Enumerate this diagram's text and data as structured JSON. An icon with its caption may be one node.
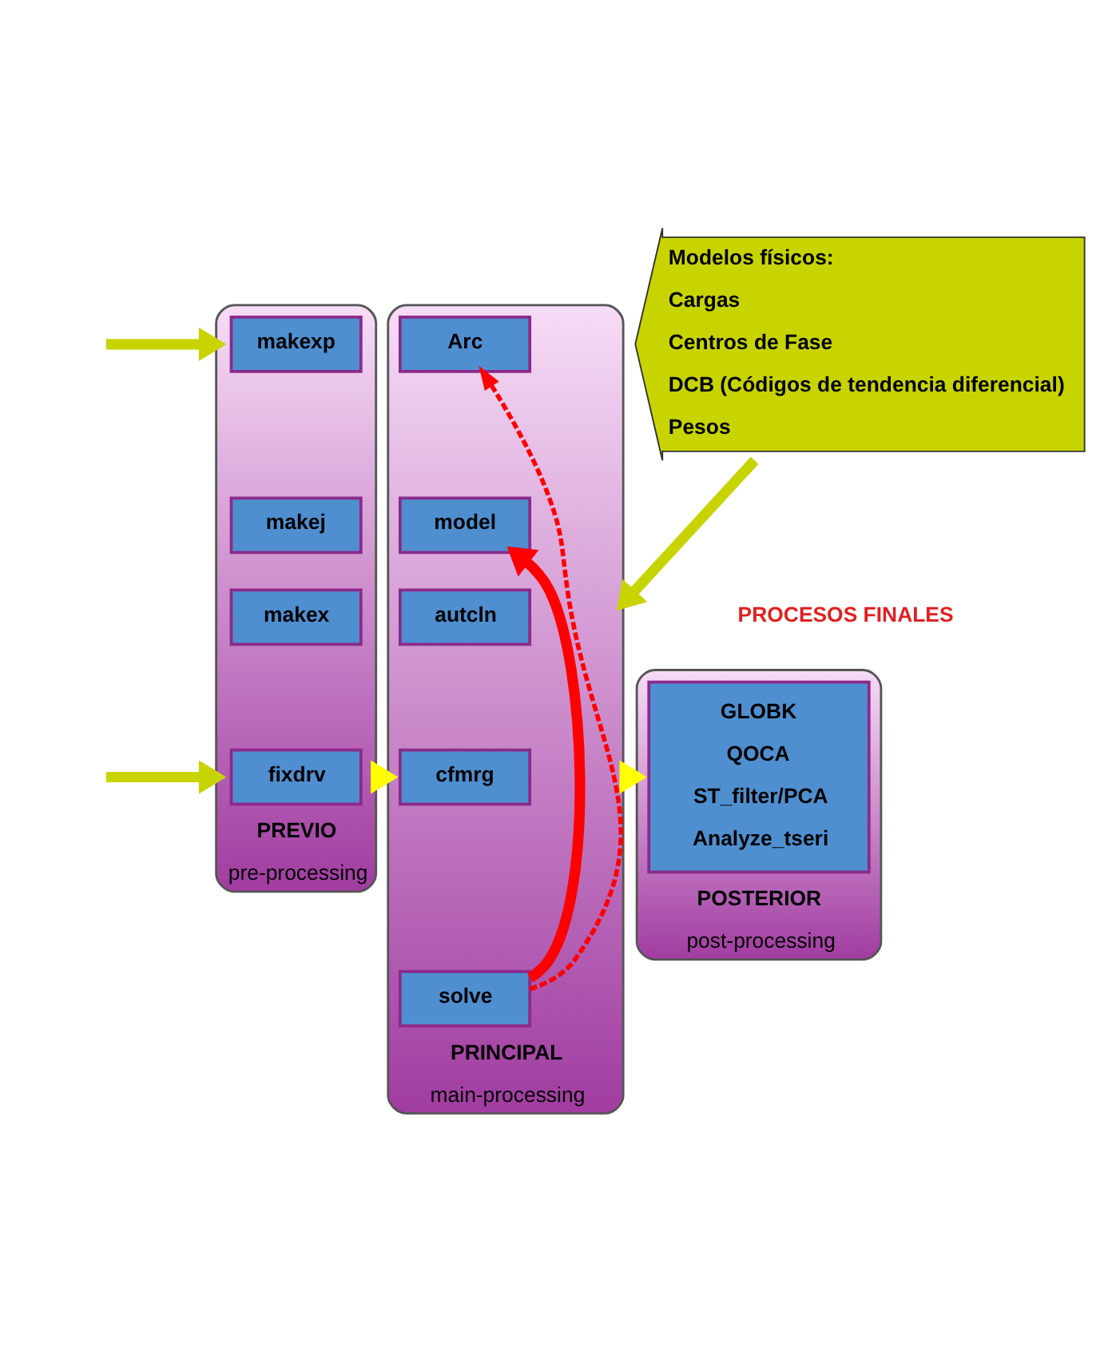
{
  "diagram": {
    "nodes": [
      {
        "text": [
          "PREVIO",
          "pre-processing"
        ]
      },
      {
        "text": [
          "makexp"
        ],
        "in": 0
      },
      {
        "text": [
          "makej"
        ],
        "in": 0
      },
      {
        "text": [
          "makex"
        ],
        "in": 0
      },
      {
        "text": [
          "fixdrv"
        ],
        "in": 0
      },
      {
        "text": [
          "PRINCIPAL",
          "main-processing"
        ]
      },
      {
        "text": [
          "Arc"
        ],
        "in": 5
      },
      {
        "text": [
          "model"
        ],
        "in": 5
      },
      {
        "text": [
          "autcln"
        ],
        "in": 5
      },
      {
        "text": [
          "cfmrg"
        ],
        "in": 5
      },
      {
        "text": [
          "solve"
        ],
        "in": 5
      },
      {
        "text": [
          "Modelos físicos:",
          "Cargas",
          "Centros de Fase",
          "DCB (Códigos de tendencia diferencial)",
          "Pesos"
        ]
      },
      {
        "text": [
          "POSTERIOR",
          "post-processing"
        ]
      },
      {
        "text": [
          "GLOBK",
          "QOCA",
          "ST_filter/PCA",
          "Analyze_tseri"
        ],
        "in": 12
      }
    ],
    "edges": [
      {
        "from": null,
        "to": 0,
        "arrow": "to",
        "color": "#c8d400"
      },
      {
        "from": null,
        "to": 0,
        "arrow": "to",
        "color": "#c8d400"
      },
      {
        "from": 11,
        "to": 5,
        "arrow": "to",
        "color": "#c8d400"
      },
      {
        "from": 10,
        "to": 6,
        "arrow": "to",
        "style": "dashed",
        "color": "#ff0000"
      },
      {
        "from": 10,
        "to": 7,
        "arrow": "to",
        "color": "#ff0000"
      },
      {
        "from": 0,
        "to": 5,
        "arrow": "to",
        "color": "#ffff00"
      },
      {
        "from": 5,
        "to": 12,
        "arrow": "to",
        "color": "#ffff00"
      }
    ],
    "labels": [
      "PROCESOS FINALES"
    ]
  }
}
